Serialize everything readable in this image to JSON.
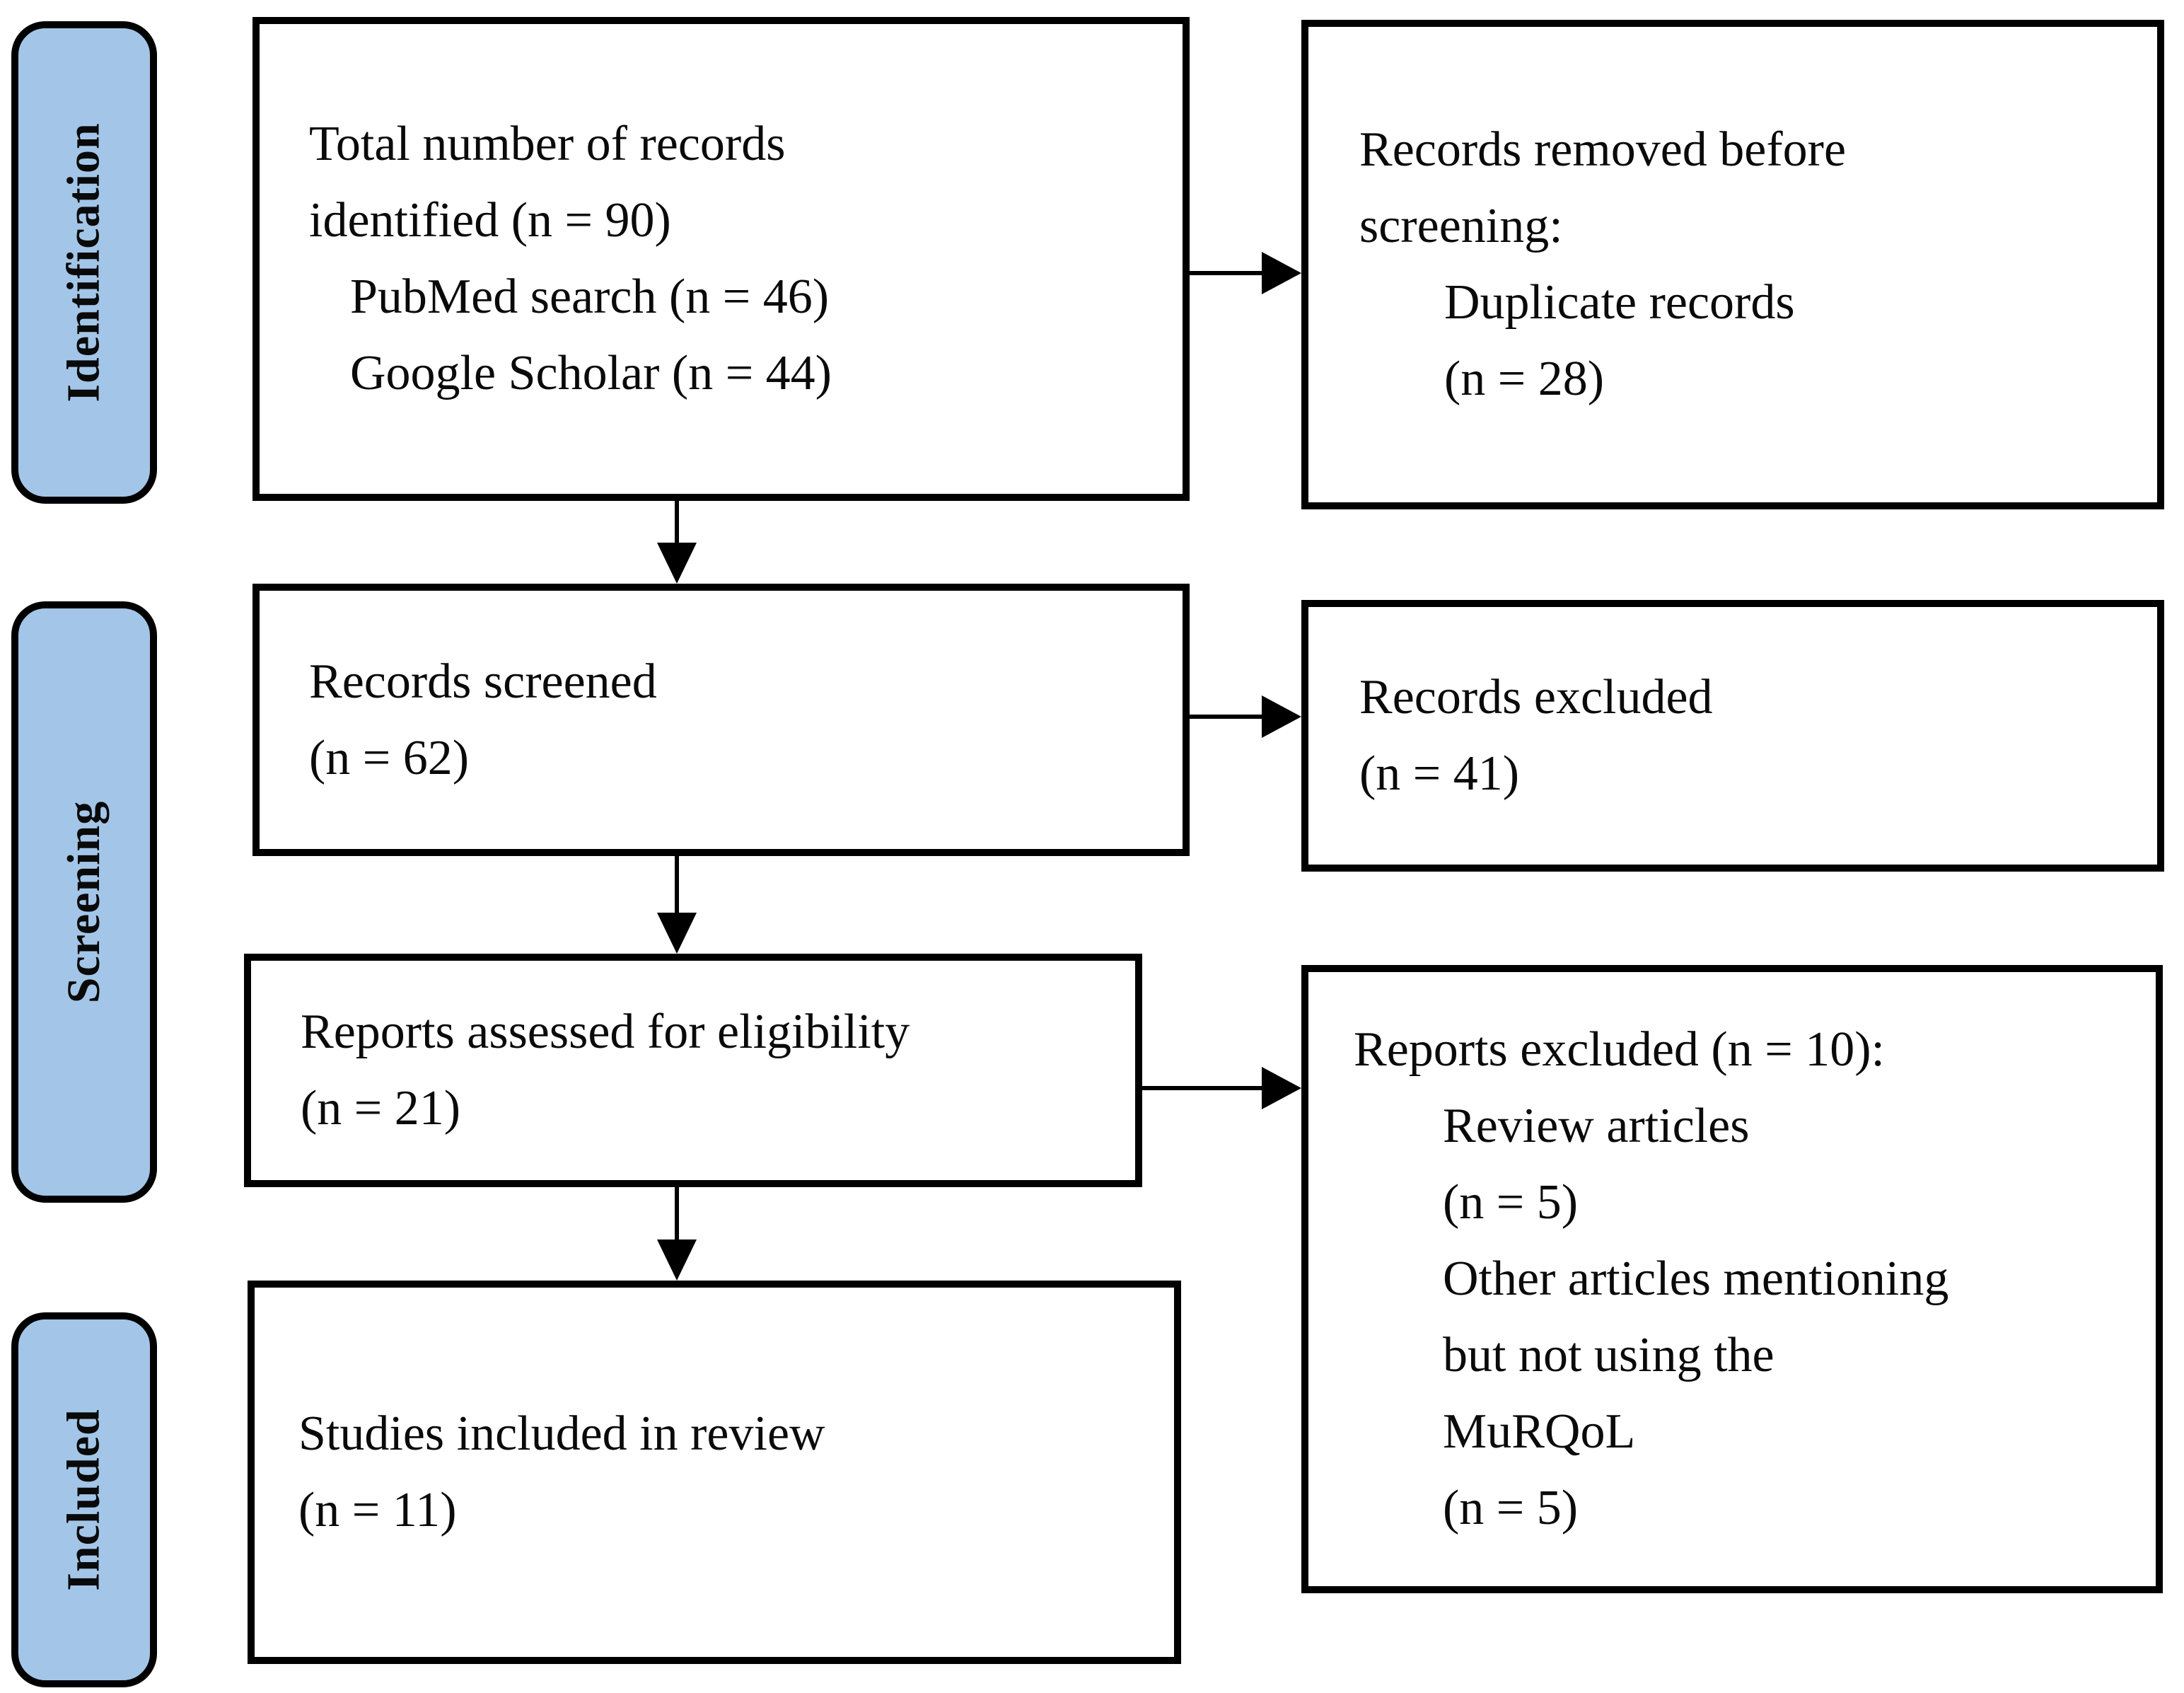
{
  "colors": {
    "stage_fill": "#A3C6E8",
    "box_border": "#000000",
    "box_fill": "#FFFFFF",
    "text": "#0A0A0A"
  },
  "stages": [
    {
      "label": "Identification"
    },
    {
      "label": "Screening"
    },
    {
      "label": "Included"
    }
  ],
  "boxes": {
    "identified": {
      "lines": [
        "Total number of records",
        "identified (n = 90)",
        "PubMed search (n = 46)",
        "Google Scholar (n = 44)"
      ]
    },
    "removed": {
      "lines": [
        "Records removed before",
        "screening:",
        "Duplicate records",
        "(n = 28)"
      ]
    },
    "screened": {
      "lines": [
        "Records screened",
        "(n = 62)"
      ]
    },
    "records_excluded": {
      "lines": [
        "Records excluded",
        "(n = 41)"
      ]
    },
    "assessed": {
      "lines": [
        "Reports assessed for eligibility",
        "(n = 21)"
      ]
    },
    "reports_excluded": {
      "lines": [
        "Reports excluded (n = 10):",
        "Review articles",
        "(n = 5)",
        "Other articles mentioning",
        "but not using the",
        "MuRQoL",
        "(n = 5)"
      ]
    },
    "included_studies": {
      "lines": [
        "Studies included in review",
        "(n = 11)"
      ]
    }
  }
}
